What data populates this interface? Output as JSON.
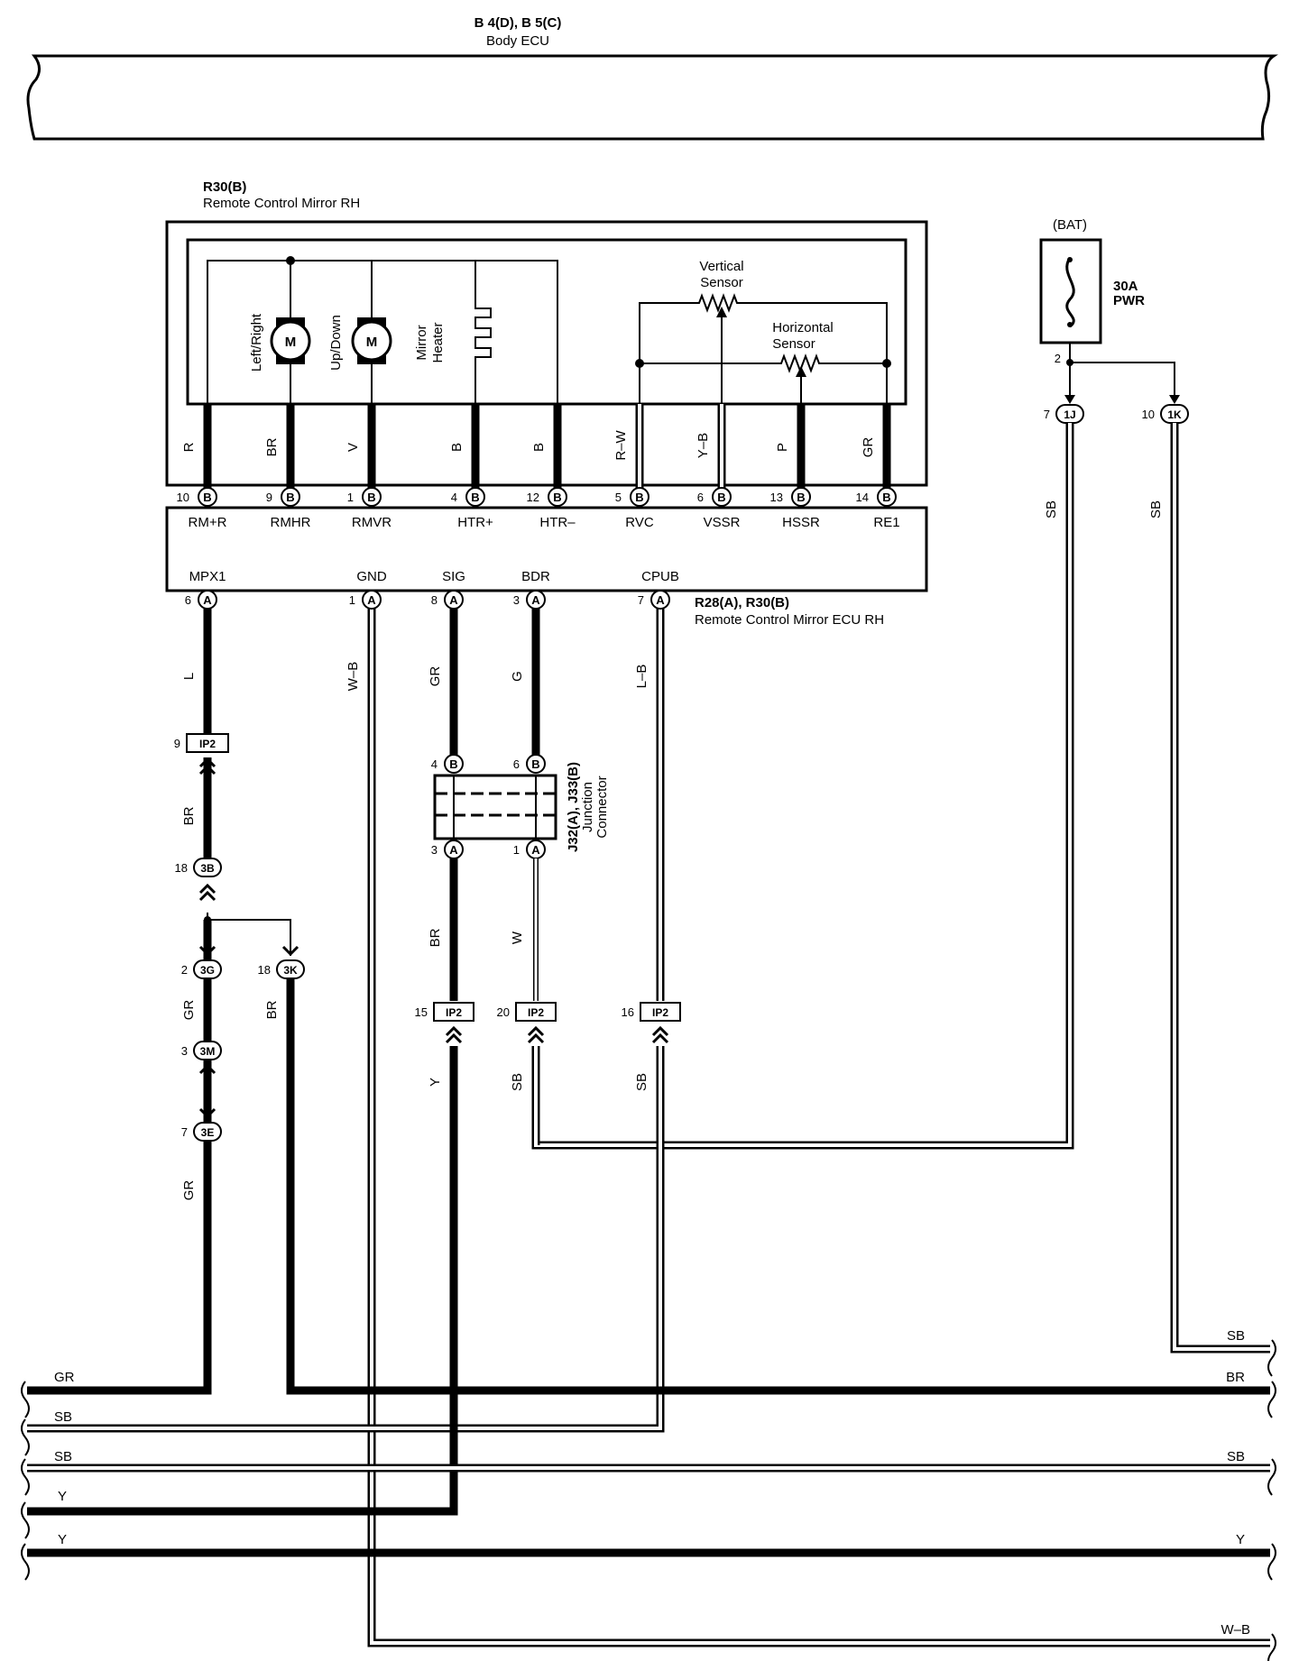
{
  "title": "B 4(D), B 5(C)",
  "top_bus": {
    "name": "Body ECU"
  },
  "mirror_unit": {
    "id": "R30(B)",
    "name": "Remote Control Mirror RH",
    "components": {
      "motor_lr": "Left/Right",
      "motor_ud": "Up/Down",
      "motor_symbol": "M",
      "heater": [
        "Mirror",
        "Heater"
      ],
      "vertical_sensor": [
        "Vertical",
        "Sensor"
      ],
      "horizontal_sensor": [
        "Horizontal",
        "Sensor"
      ]
    },
    "wires": [
      "R",
      "BR",
      "V",
      "B",
      "B",
      "R–W",
      "Y–B",
      "P",
      "GR"
    ],
    "pin_numbers": [
      "10",
      "9",
      "1",
      "4",
      "12",
      "5",
      "6",
      "13",
      "14"
    ],
    "pin_connector": "B",
    "terminals": [
      "RM+R",
      "RMHR",
      "RMVR",
      "HTR+",
      "HTR–",
      "RVC",
      "VSSR",
      "HSSR",
      "RE1"
    ]
  },
  "ecu": {
    "id": "R28(A), R30(B)",
    "name": "Remote Control Mirror ECU RH",
    "terminals": [
      "MPX1",
      "GND",
      "SIG",
      "BDR",
      "CPUB"
    ],
    "pin_numbers": [
      "6",
      "1",
      "8",
      "3",
      "7"
    ],
    "pin_connector": "A",
    "wires": [
      "L",
      "W–B",
      "GR",
      "G",
      "L–B"
    ]
  },
  "junction": {
    "id": "J32(A), J33(B)",
    "name": [
      "Junction",
      "Connector"
    ],
    "top_pins": [
      "4",
      "6"
    ],
    "top_connector": "B",
    "bottom_pins": [
      "3",
      "1"
    ],
    "bottom_connector": "A",
    "bottom_wires": [
      "BR",
      "W"
    ]
  },
  "power": {
    "source": "(BAT)",
    "fuse": [
      "30A",
      "PWR"
    ],
    "fuse_pin": "2",
    "junctions": [
      {
        "pin": "7",
        "label": "1J",
        "wire": "SB"
      },
      {
        "pin": "10",
        "label": "1K",
        "wire": "SB"
      }
    ]
  },
  "ip2_connectors": [
    {
      "pin": "9",
      "label": "IP2",
      "wire_below": "BR"
    },
    {
      "pin": "15",
      "label": "IP2",
      "wire_below": "Y"
    },
    {
      "pin": "20",
      "label": "IP2",
      "wire_below": "SB"
    },
    {
      "pin": "16",
      "label": "IP2",
      "wire_below": "SB"
    }
  ],
  "left_branch": [
    {
      "pin": "18",
      "label": "3B"
    },
    {
      "pin": "2",
      "label": "3G",
      "wire": "GR"
    },
    {
      "pin": "18",
      "label": "3K",
      "wire": "BR"
    },
    {
      "pin": "3",
      "label": "3M"
    },
    {
      "pin": "7",
      "label": "3E",
      "wire": "GR"
    }
  ],
  "bus_lines": {
    "left": [
      "GR",
      "SB",
      "SB",
      "Y",
      "Y"
    ],
    "right": [
      "SB",
      "BR",
      "SB",
      "Y",
      "W–B"
    ]
  }
}
